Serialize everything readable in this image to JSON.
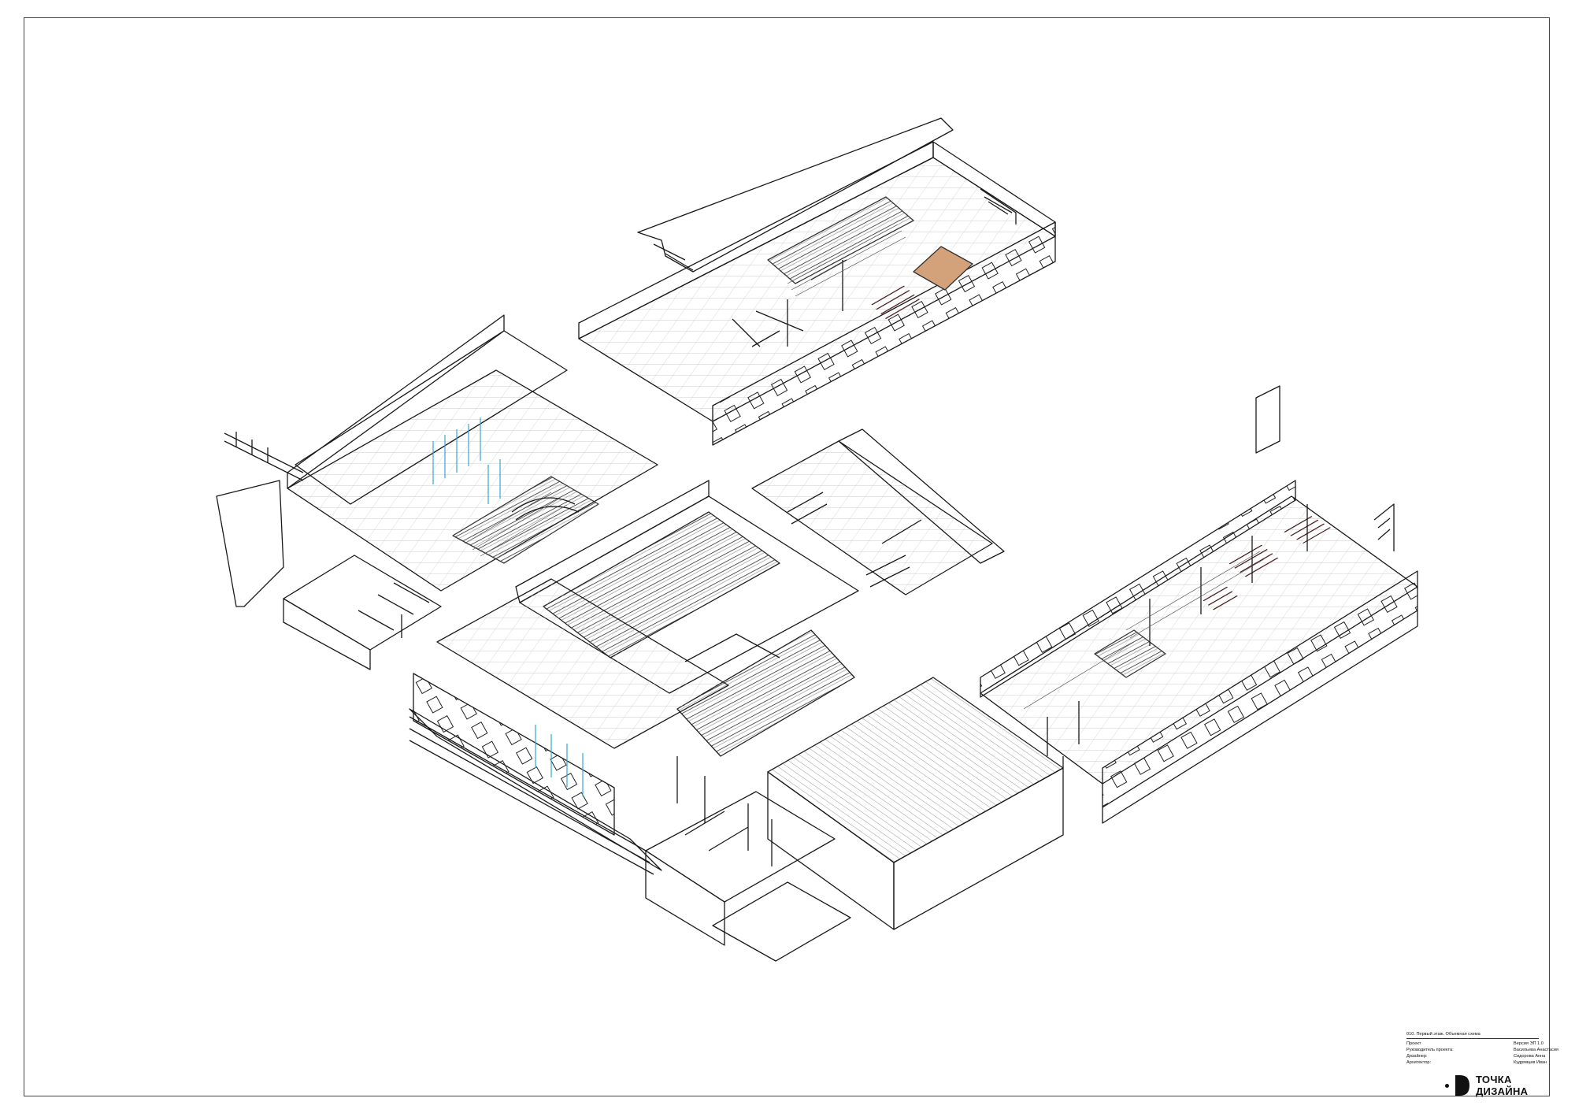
{
  "sheet": {
    "title": "010. Первый этаж. Объемная схема"
  },
  "title_block": {
    "rows": [
      {
        "label": "Проект",
        "value": "Версия ЭП 1.0"
      },
      {
        "label": "Руководитель проекта:",
        "value": "Васильева Анастасия"
      },
      {
        "label": "Дизайнер:",
        "value": "Сидорова Анна"
      },
      {
        "label": "Архитектор:",
        "value": "Кудрявцев Иван"
      }
    ]
  },
  "logo": {
    "line1": "ТОЧКА",
    "line2": "ДИЗАЙНА"
  },
  "colors": {
    "line": "#1a1a1a",
    "accent_glass": "#35a6d6",
    "wood_floor": "#d4a27a"
  }
}
